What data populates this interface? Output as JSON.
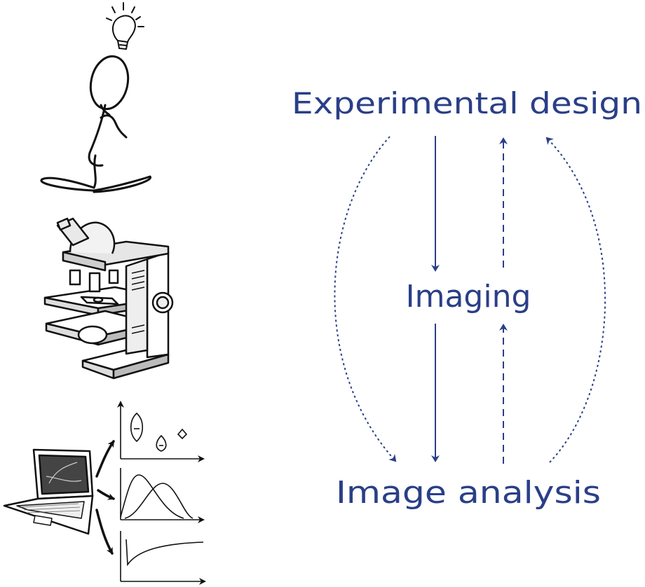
{
  "colors": {
    "accent": "#2a3f87",
    "ink": "#111111"
  },
  "icons": {
    "idea": "lightbulb-icon",
    "person": "thinking-person-icon",
    "microscope": "microscope-icon",
    "laptop": "laptop-icon",
    "plot_violin": "violin-plot-icon",
    "plot_distribution": "distribution-plot-icon",
    "plot_decay": "decay-curve-plot-icon"
  },
  "nodes": {
    "experimental_design": "Experimental design",
    "imaging": "Imaging",
    "image_analysis": "Image analysis"
  }
}
